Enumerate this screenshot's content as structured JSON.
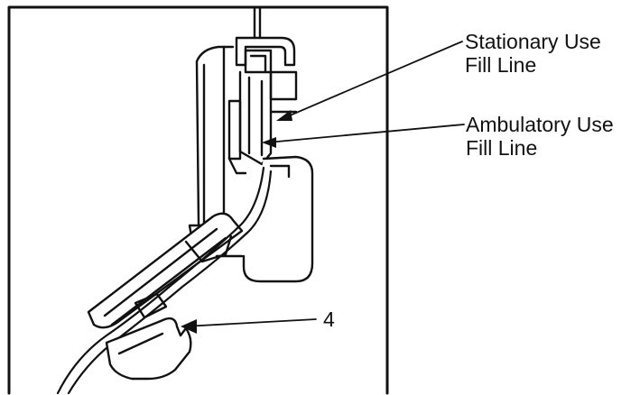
{
  "labels": {
    "stationary_line1": "Stationary Use",
    "stationary_line2": "Fill Line",
    "ambulatory_line1": "Ambulatory Use",
    "ambulatory_line2": "Fill Line",
    "part_number": "4"
  },
  "colors": {
    "ink": "#111111",
    "background": "#ffffff",
    "fill": "#ffffff"
  }
}
